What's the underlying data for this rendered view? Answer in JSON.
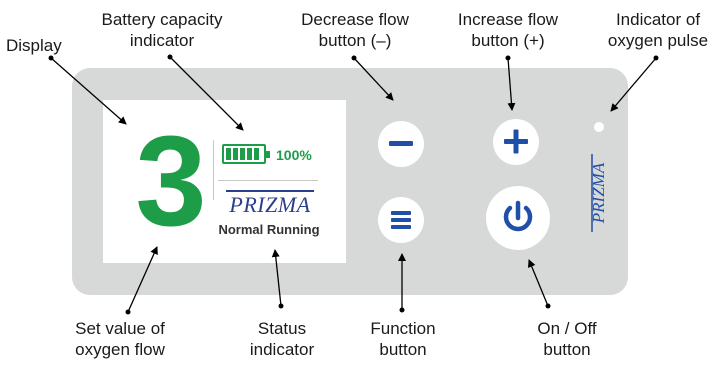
{
  "display": {
    "flow_value": "3",
    "battery_percent": "100%",
    "brand": "PRIZMA",
    "status_text": "Normal Running"
  },
  "panel": {
    "side_brand": "PRIZMA"
  },
  "labels": {
    "display": "Display",
    "battery_1": "Battery capacity",
    "battery_2": "indicator",
    "decrease_1": "Decrease flow",
    "decrease_2": "button (–)",
    "increase_1": "Increase flow",
    "increase_2": "button (+)",
    "pulse_1": "Indicator of",
    "pulse_2": "oxygen pulse",
    "setvalue_1": "Set value of",
    "setvalue_2": "oxygen flow",
    "status_1": "Status",
    "status_2": "indicator",
    "function_1": "Function",
    "function_2": "button",
    "onoff_1": "On / Off",
    "onoff_2": "button"
  },
  "colors": {
    "green": "#1d9d48",
    "blue": "#1f4fa6",
    "panel": "#d7d8d8"
  },
  "icons": {
    "decrease": "minus-icon",
    "increase": "plus-icon",
    "function": "menu-icon",
    "power": "power-icon"
  }
}
